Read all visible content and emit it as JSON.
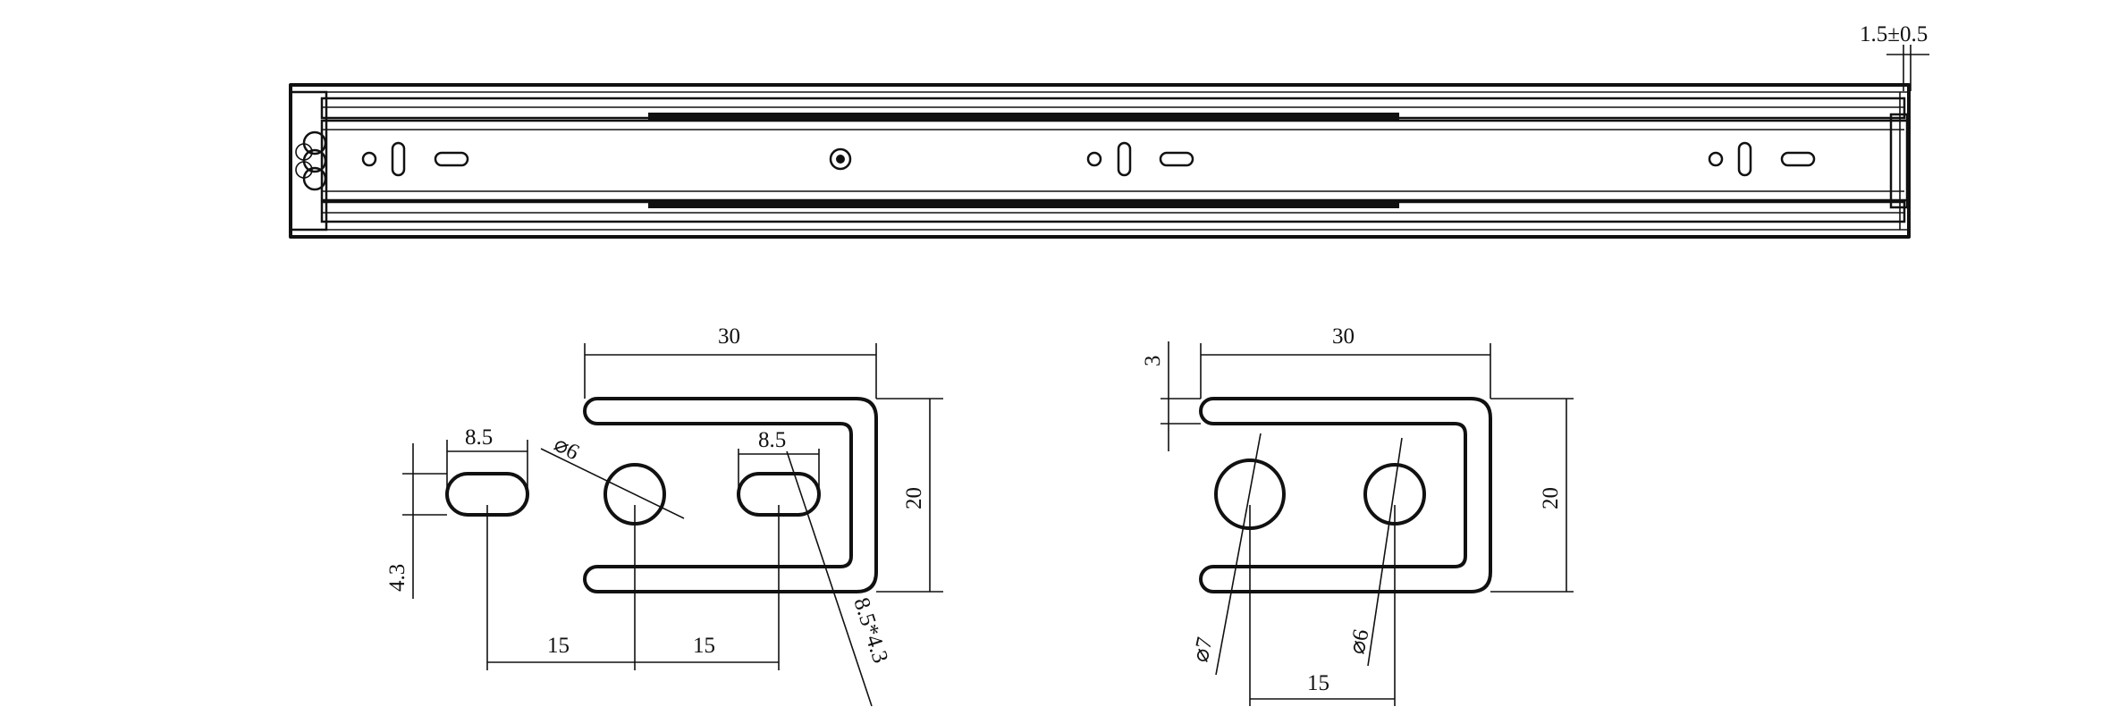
{
  "colors": {
    "line": "#111111",
    "background": "#ffffff"
  },
  "top_view": {
    "tolerance_label": "1.5±0.5"
  },
  "bracket_left": {
    "width_label": "30",
    "height_label": "20",
    "slot_width_label": "8.5",
    "slot_height_label": "4.3",
    "slot_width_label_2": "8.5",
    "hole_diameter_label": "⌀6",
    "spacing_left_label": "15",
    "spacing_right_label": "15",
    "slot_size_label": "8.5*4.3"
  },
  "bracket_right": {
    "width_label": "30",
    "height_label": "20",
    "gap_label": "3",
    "hole_large_label": "⌀7",
    "hole_small_label": "⌀6",
    "spacing_label": "15"
  }
}
